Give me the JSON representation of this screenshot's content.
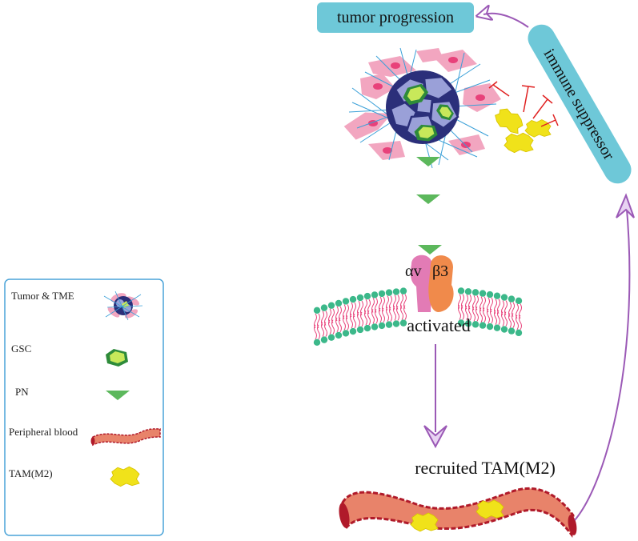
{
  "diagram": {
    "tumor_progression_label": "tumor progression",
    "immune_suppressor_label": "immune suppressor",
    "integrin_alpha_label": "αv",
    "integrin_beta_label": "β3",
    "activated_label": "activated",
    "recruited_label": "recruited TAM(M2)"
  },
  "legend": {
    "items": [
      {
        "label": "Tumor & TME",
        "icon": "tumor-tme-icon"
      },
      {
        "label": "GSC",
        "icon": "gsc-icon"
      },
      {
        "label": "PN",
        "icon": "pn-triangle-icon"
      },
      {
        "label": "Peripheral blood",
        "icon": "blood-vessel-icon"
      },
      {
        "label": "TAM(M2)",
        "icon": "tam-icon"
      }
    ]
  },
  "colors": {
    "label_box": "#6ec8d8",
    "arrow": "#9b59b6",
    "pn": "#5cb85c",
    "vessel": "#e8836a",
    "vessel_edge": "#b01a2a",
    "tam": "#f0e21a",
    "tumor_cell": "#2b2f7a",
    "fibroblast": "#f2a6c0",
    "integrin_alpha": "#e27bb5",
    "integrin_beta": "#f08a4b",
    "membrane_head": "#3cb88a",
    "inhibit": "#e02020",
    "legend_border": "#4aa3d8"
  }
}
